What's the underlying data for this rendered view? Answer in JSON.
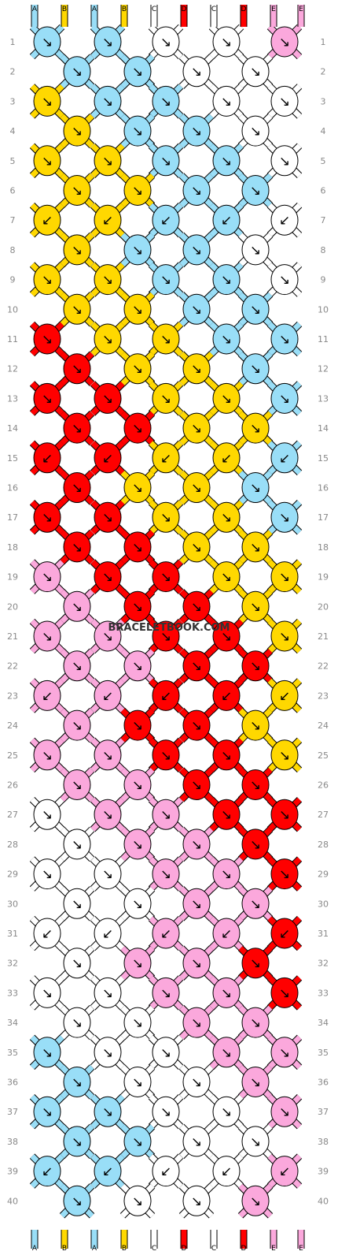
{
  "watermark": "BRACELETBOOK.COM",
  "colors": {
    "A": "#99DEF7",
    "B": "#FFD800",
    "C": "#FFFFFF",
    "D": "#FF0000",
    "E": "#FBA8DC"
  },
  "strings_top": [
    "A",
    "B",
    "A",
    "B",
    "C",
    "D",
    "C",
    "D",
    "E",
    "E"
  ],
  "strings_bottom": [
    "A",
    "B",
    "A",
    "B",
    "C",
    "D",
    "C",
    "D",
    "E",
    "E"
  ],
  "rows": [
    {
      "n": 1,
      "knots": [
        {
          "c": "A",
          "a": "↘"
        },
        {
          "c": "A",
          "a": "↘"
        },
        {
          "c": "C",
          "a": "↘"
        },
        {
          "c": "C",
          "a": "↘"
        },
        {
          "c": "E",
          "a": "↘"
        }
      ]
    },
    {
      "n": 2,
      "knots": [
        {
          "c": "A",
          "a": "↘"
        },
        {
          "c": "A",
          "a": "↘"
        },
        {
          "c": "C",
          "a": "↘"
        },
        {
          "c": "C",
          "a": "↘"
        }
      ]
    },
    {
      "n": 3,
      "knots": [
        {
          "c": "B",
          "a": "↘"
        },
        {
          "c": "A",
          "a": "↘"
        },
        {
          "c": "A",
          "a": "↘"
        },
        {
          "c": "C",
          "a": "↘"
        },
        {
          "c": "C",
          "a": "↘"
        }
      ]
    },
    {
      "n": 4,
      "knots": [
        {
          "c": "B",
          "a": "↘"
        },
        {
          "c": "A",
          "a": "↘"
        },
        {
          "c": "A",
          "a": "↘"
        },
        {
          "c": "C",
          "a": "↘"
        }
      ]
    },
    {
      "n": 5,
      "knots": [
        {
          "c": "B",
          "a": "↘"
        },
        {
          "c": "B",
          "a": "↘"
        },
        {
          "c": "A",
          "a": "↘"
        },
        {
          "c": "A",
          "a": "↘"
        },
        {
          "c": "C",
          "a": "↘"
        }
      ]
    },
    {
      "n": 6,
      "knots": [
        {
          "c": "B",
          "a": "↘"
        },
        {
          "c": "B",
          "a": "↘"
        },
        {
          "c": "A",
          "a": "↘"
        },
        {
          "c": "A",
          "a": "↘"
        }
      ]
    },
    {
      "n": 7,
      "knots": [
        {
          "c": "B",
          "a": "↙"
        },
        {
          "c": "B",
          "a": "↙"
        },
        {
          "c": "A",
          "a": "↙"
        },
        {
          "c": "A",
          "a": "↙"
        },
        {
          "c": "C",
          "a": "↙"
        }
      ]
    },
    {
      "n": 8,
      "knots": [
        {
          "c": "B",
          "a": "↘"
        },
        {
          "c": "A",
          "a": "↘"
        },
        {
          "c": "A",
          "a": "↘"
        },
        {
          "c": "C",
          "a": "↘"
        }
      ]
    },
    {
      "n": 9,
      "knots": [
        {
          "c": "B",
          "a": "↘"
        },
        {
          "c": "B",
          "a": "↘"
        },
        {
          "c": "A",
          "a": "↘"
        },
        {
          "c": "A",
          "a": "↘"
        },
        {
          "c": "C",
          "a": "↘"
        }
      ]
    },
    {
      "n": 10,
      "knots": [
        {
          "c": "B",
          "a": "↘"
        },
        {
          "c": "B",
          "a": "↘"
        },
        {
          "c": "A",
          "a": "↘"
        },
        {
          "c": "A",
          "a": "↘"
        }
      ]
    },
    {
      "n": 11,
      "knots": [
        {
          "c": "D",
          "a": "↘"
        },
        {
          "c": "B",
          "a": "↘"
        },
        {
          "c": "B",
          "a": "↘"
        },
        {
          "c": "A",
          "a": "↘"
        },
        {
          "c": "A",
          "a": "↘"
        }
      ]
    },
    {
      "n": 12,
      "knots": [
        {
          "c": "D",
          "a": "↘"
        },
        {
          "c": "B",
          "a": "↘"
        },
        {
          "c": "B",
          "a": "↘"
        },
        {
          "c": "A",
          "a": "↘"
        }
      ]
    },
    {
      "n": 13,
      "knots": [
        {
          "c": "D",
          "a": "↘"
        },
        {
          "c": "D",
          "a": "↘"
        },
        {
          "c": "B",
          "a": "↘"
        },
        {
          "c": "B",
          "a": "↘"
        },
        {
          "c": "A",
          "a": "↘"
        }
      ]
    },
    {
      "n": 14,
      "knots": [
        {
          "c": "D",
          "a": "↘"
        },
        {
          "c": "D",
          "a": "↘"
        },
        {
          "c": "B",
          "a": "↘"
        },
        {
          "c": "B",
          "a": "↘"
        }
      ]
    },
    {
      "n": 15,
      "knots": [
        {
          "c": "D",
          "a": "↙"
        },
        {
          "c": "D",
          "a": "↙"
        },
        {
          "c": "B",
          "a": "↙"
        },
        {
          "c": "B",
          "a": "↙"
        },
        {
          "c": "A",
          "a": "↙"
        }
      ]
    },
    {
      "n": 16,
      "knots": [
        {
          "c": "D",
          "a": "↘"
        },
        {
          "c": "B",
          "a": "↘"
        },
        {
          "c": "B",
          "a": "↘"
        },
        {
          "c": "A",
          "a": "↘"
        }
      ]
    },
    {
      "n": 17,
      "knots": [
        {
          "c": "D",
          "a": "↘"
        },
        {
          "c": "D",
          "a": "↘"
        },
        {
          "c": "B",
          "a": "↘"
        },
        {
          "c": "B",
          "a": "↘"
        },
        {
          "c": "A",
          "a": "↘"
        }
      ]
    },
    {
      "n": 18,
      "knots": [
        {
          "c": "D",
          "a": "↘"
        },
        {
          "c": "D",
          "a": "↘"
        },
        {
          "c": "B",
          "a": "↘"
        },
        {
          "c": "B",
          "a": "↘"
        }
      ]
    },
    {
      "n": 19,
      "knots": [
        {
          "c": "E",
          "a": "↘"
        },
        {
          "c": "D",
          "a": "↘"
        },
        {
          "c": "D",
          "a": "↘"
        },
        {
          "c": "B",
          "a": "↘"
        },
        {
          "c": "B",
          "a": "↘"
        }
      ]
    },
    {
      "n": 20,
      "knots": [
        {
          "c": "E",
          "a": "↘"
        },
        {
          "c": "D",
          "a": "↘"
        },
        {
          "c": "D",
          "a": "↘"
        },
        {
          "c": "B",
          "a": "↘"
        }
      ]
    },
    {
      "n": 21,
      "knots": [
        {
          "c": "E",
          "a": "↘"
        },
        {
          "c": "E",
          "a": "↘"
        },
        {
          "c": "D",
          "a": "↘"
        },
        {
          "c": "D",
          "a": "↘"
        },
        {
          "c": "B",
          "a": "↘"
        }
      ]
    },
    {
      "n": 22,
      "knots": [
        {
          "c": "E",
          "a": "↘"
        },
        {
          "c": "E",
          "a": "↘"
        },
        {
          "c": "D",
          "a": "↘"
        },
        {
          "c": "D",
          "a": "↘"
        }
      ]
    },
    {
      "n": 23,
      "knots": [
        {
          "c": "E",
          "a": "↙"
        },
        {
          "c": "E",
          "a": "↙"
        },
        {
          "c": "D",
          "a": "↙"
        },
        {
          "c": "D",
          "a": "↙"
        },
        {
          "c": "B",
          "a": "↙"
        }
      ]
    },
    {
      "n": 24,
      "knots": [
        {
          "c": "E",
          "a": "↘"
        },
        {
          "c": "D",
          "a": "↘"
        },
        {
          "c": "D",
          "a": "↘"
        },
        {
          "c": "B",
          "a": "↘"
        }
      ]
    },
    {
      "n": 25,
      "knots": [
        {
          "c": "E",
          "a": "↘"
        },
        {
          "c": "E",
          "a": "↘"
        },
        {
          "c": "D",
          "a": "↘"
        },
        {
          "c": "D",
          "a": "↘"
        },
        {
          "c": "B",
          "a": "↘"
        }
      ]
    },
    {
      "n": 26,
      "knots": [
        {
          "c": "E",
          "a": "↘"
        },
        {
          "c": "E",
          "a": "↘"
        },
        {
          "c": "D",
          "a": "↘"
        },
        {
          "c": "D",
          "a": "↘"
        }
      ]
    },
    {
      "n": 27,
      "knots": [
        {
          "c": "C",
          "a": "↘"
        },
        {
          "c": "E",
          "a": "↘"
        },
        {
          "c": "E",
          "a": "↘"
        },
        {
          "c": "D",
          "a": "↘"
        },
        {
          "c": "D",
          "a": "↘"
        }
      ]
    },
    {
      "n": 28,
      "knots": [
        {
          "c": "C",
          "a": "↘"
        },
        {
          "c": "E",
          "a": "↘"
        },
        {
          "c": "E",
          "a": "↘"
        },
        {
          "c": "D",
          "a": "↘"
        }
      ]
    },
    {
      "n": 29,
      "knots": [
        {
          "c": "C",
          "a": "↘"
        },
        {
          "c": "C",
          "a": "↘"
        },
        {
          "c": "E",
          "a": "↘"
        },
        {
          "c": "E",
          "a": "↘"
        },
        {
          "c": "D",
          "a": "↘"
        }
      ]
    },
    {
      "n": 30,
      "knots": [
        {
          "c": "C",
          "a": "↘"
        },
        {
          "c": "C",
          "a": "↘"
        },
        {
          "c": "E",
          "a": "↘"
        },
        {
          "c": "E",
          "a": "↘"
        }
      ]
    },
    {
      "n": 31,
      "knots": [
        {
          "c": "C",
          "a": "↙"
        },
        {
          "c": "C",
          "a": "↙"
        },
        {
          "c": "E",
          "a": "↙"
        },
        {
          "c": "E",
          "a": "↙"
        },
        {
          "c": "D",
          "a": "↙"
        }
      ]
    },
    {
      "n": 32,
      "knots": [
        {
          "c": "C",
          "a": "↘"
        },
        {
          "c": "E",
          "a": "↘"
        },
        {
          "c": "E",
          "a": "↘"
        },
        {
          "c": "D",
          "a": "↘"
        }
      ]
    },
    {
      "n": 33,
      "knots": [
        {
          "c": "C",
          "a": "↘"
        },
        {
          "c": "C",
          "a": "↘"
        },
        {
          "c": "E",
          "a": "↘"
        },
        {
          "c": "E",
          "a": "↘"
        },
        {
          "c": "D",
          "a": "↘"
        }
      ]
    },
    {
      "n": 34,
      "knots": [
        {
          "c": "C",
          "a": "↘"
        },
        {
          "c": "C",
          "a": "↘"
        },
        {
          "c": "E",
          "a": "↘"
        },
        {
          "c": "E",
          "a": "↘"
        }
      ]
    },
    {
      "n": 35,
      "knots": [
        {
          "c": "A",
          "a": "↘"
        },
        {
          "c": "C",
          "a": "↘"
        },
        {
          "c": "C",
          "a": "↘"
        },
        {
          "c": "E",
          "a": "↘"
        },
        {
          "c": "E",
          "a": "↘"
        }
      ]
    },
    {
      "n": 36,
      "knots": [
        {
          "c": "A",
          "a": "↘"
        },
        {
          "c": "C",
          "a": "↘"
        },
        {
          "c": "C",
          "a": "↘"
        },
        {
          "c": "E",
          "a": "↘"
        }
      ]
    },
    {
      "n": 37,
      "knots": [
        {
          "c": "A",
          "a": "↘"
        },
        {
          "c": "A",
          "a": "↘"
        },
        {
          "c": "C",
          "a": "↘"
        },
        {
          "c": "C",
          "a": "↘"
        },
        {
          "c": "E",
          "a": "↘"
        }
      ]
    },
    {
      "n": 38,
      "knots": [
        {
          "c": "A",
          "a": "↘"
        },
        {
          "c": "A",
          "a": "↘"
        },
        {
          "c": "C",
          "a": "↘"
        },
        {
          "c": "C",
          "a": "↘"
        }
      ]
    },
    {
      "n": 39,
      "knots": [
        {
          "c": "A",
          "a": "↙"
        },
        {
          "c": "A",
          "a": "↙"
        },
        {
          "c": "C",
          "a": "↙"
        },
        {
          "c": "C",
          "a": "↙"
        },
        {
          "c": "E",
          "a": "↙"
        }
      ]
    },
    {
      "n": 40,
      "knots": [
        {
          "c": "A",
          "a": "↘"
        },
        {
          "c": "C",
          "a": "↘"
        },
        {
          "c": "C",
          "a": "↘"
        },
        {
          "c": "E",
          "a": "↘"
        }
      ]
    }
  ]
}
